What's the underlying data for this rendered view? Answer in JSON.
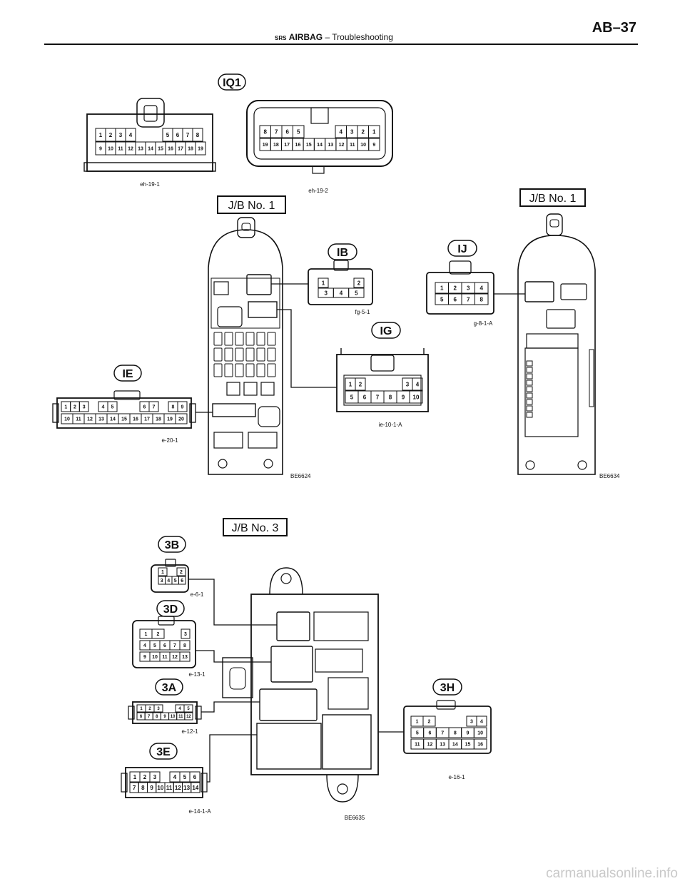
{
  "header": {
    "section_small": "SRS",
    "section_main": "AIRBAG",
    "dash": "–",
    "subtitle": "Troubleshooting",
    "page_number": "AB–37"
  },
  "watermark": "carmanualsonline.info",
  "connectors": {
    "iq1": {
      "badge": "IQ1",
      "left_code": "eh-19-1",
      "right_code": "eh-19-2",
      "left_top": [
        "1",
        "2",
        "3",
        "4",
        "5",
        "6",
        "7",
        "8"
      ],
      "left_bottom": [
        "9",
        "10",
        "11",
        "12",
        "13",
        "14",
        "15",
        "16",
        "17",
        "18",
        "19"
      ],
      "right_top": [
        "8",
        "7",
        "6",
        "5",
        "4",
        "3",
        "2",
        "1"
      ],
      "right_bottom": [
        "19",
        "18",
        "17",
        "16",
        "15",
        "14",
        "13",
        "12",
        "11",
        "10",
        "9"
      ]
    },
    "ib": {
      "badge": "IB",
      "code": "fg-5-1",
      "top": [
        "1",
        "2"
      ],
      "bottom": [
        "3",
        "4",
        "5"
      ]
    },
    "ij": {
      "badge": "IJ",
      "code": "g-8-1-A",
      "top": [
        "1",
        "2",
        "3",
        "4"
      ],
      "bottom": [
        "5",
        "6",
        "7",
        "8"
      ]
    },
    "ig": {
      "badge": "IG",
      "code": "ie-10-1-A",
      "top": [
        "1",
        "2",
        "3",
        "4"
      ],
      "bottom": [
        "5",
        "6",
        "7",
        "8",
        "9",
        "10"
      ]
    },
    "ie": {
      "badge": "IE",
      "code": "e-20-1",
      "top": [
        "1",
        "2",
        "3",
        "4",
        "5",
        "6",
        "7",
        "8",
        "9"
      ],
      "bottom": [
        "10",
        "11",
        "12",
        "13",
        "14",
        "15",
        "16",
        "17",
        "18",
        "19",
        "20"
      ]
    },
    "b3": {
      "badge": "3B",
      "code": "e-6-1",
      "top": [
        "1",
        "2"
      ],
      "bottom": [
        "3",
        "4",
        "5",
        "6"
      ]
    },
    "d3": {
      "badge": "3D",
      "code": "e-13-1",
      "top": [
        "1",
        "2",
        "3"
      ],
      "middle": [
        "4",
        "5",
        "6",
        "7",
        "8"
      ],
      "bottom": [
        "9",
        "10",
        "11",
        "12",
        "13"
      ]
    },
    "a3": {
      "badge": "3A",
      "code": "e-12-1",
      "top": [
        "1",
        "2",
        "3",
        "4",
        "5"
      ],
      "bottom": [
        "6",
        "7",
        "8",
        "9",
        "10",
        "11",
        "12"
      ]
    },
    "e3": {
      "badge": "3E",
      "code": "e-14-1-A",
      "top": [
        "1",
        "2",
        "3",
        "4",
        "5",
        "6"
      ],
      "bottom": [
        "7",
        "8",
        "9",
        "10",
        "11",
        "12",
        "13",
        "14"
      ]
    },
    "h3": {
      "badge": "3H",
      "code": "e-16-1",
      "top": [
        "1",
        "2",
        "3",
        "4"
      ],
      "middle": [
        "5",
        "6",
        "7",
        "8",
        "9",
        "10"
      ],
      "bottom": [
        "11",
        "12",
        "13",
        "14",
        "15",
        "16"
      ]
    }
  },
  "junction_blocks": {
    "jb1_left": {
      "title": "J/B No. 1",
      "code": "BE6624"
    },
    "jb1_right": {
      "title": "J/B No. 1",
      "code": "BE6634"
    },
    "jb3": {
      "title": "J/B No. 3",
      "code": "BE6635"
    }
  }
}
